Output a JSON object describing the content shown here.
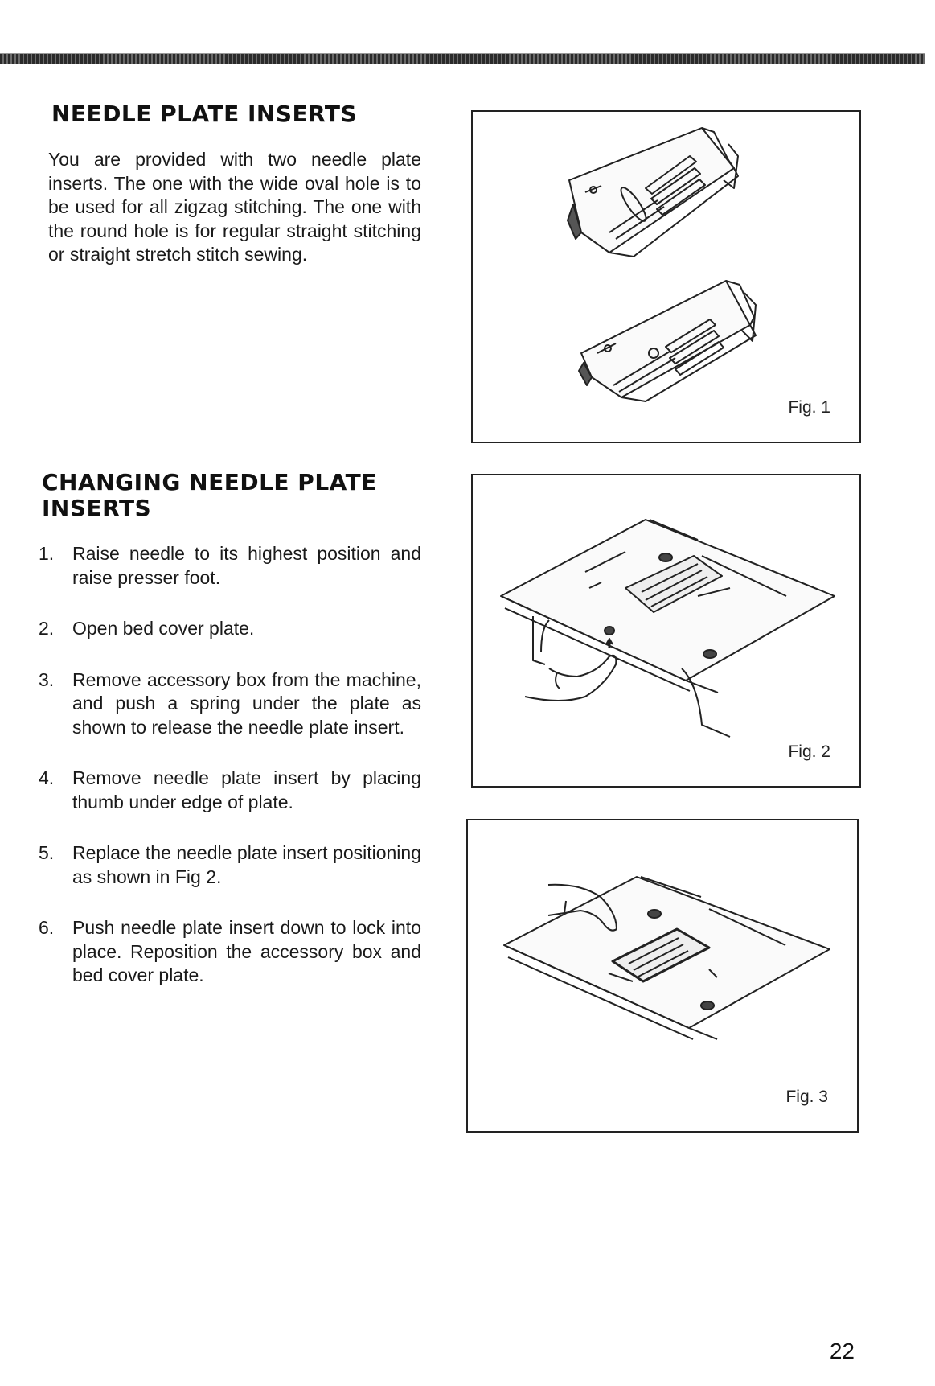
{
  "sections": {
    "needle_plate_inserts": {
      "title": "NEEDLE PLATE INSERTS",
      "body": "You are provided with two needle plate inserts. The one with the wide oval hole is to be used for all zigzag stitching. The one with the round hole is for regular straight stitching or straight stretch stitch sewing."
    },
    "changing_inserts": {
      "title": "CHANGING NEEDLE PLATE INSERTS",
      "steps": [
        {
          "num": "1.",
          "text": "Raise needle to its highest position and raise presser foot."
        },
        {
          "num": "2.",
          "text": "Open bed cover plate."
        },
        {
          "num": "3.",
          "text": "Remove accessory box from the machine, and push a spring under the plate as shown to release the needle plate insert."
        },
        {
          "num": "4.",
          "text": "Remove needle plate insert by placing thumb under edge of plate."
        },
        {
          "num": "5.",
          "text": "Replace the needle plate insert positioning as shown in Fig 2."
        },
        {
          "num": "6.",
          "text": "Push needle plate insert down to lock into place. Reposition the accessory box and bed cover plate."
        }
      ]
    }
  },
  "figures": {
    "fig1": {
      "label": "Fig. 1"
    },
    "fig2": {
      "label": "Fig. 2"
    },
    "fig3": {
      "label": "Fig. 3"
    }
  },
  "page": {
    "number": "22"
  }
}
